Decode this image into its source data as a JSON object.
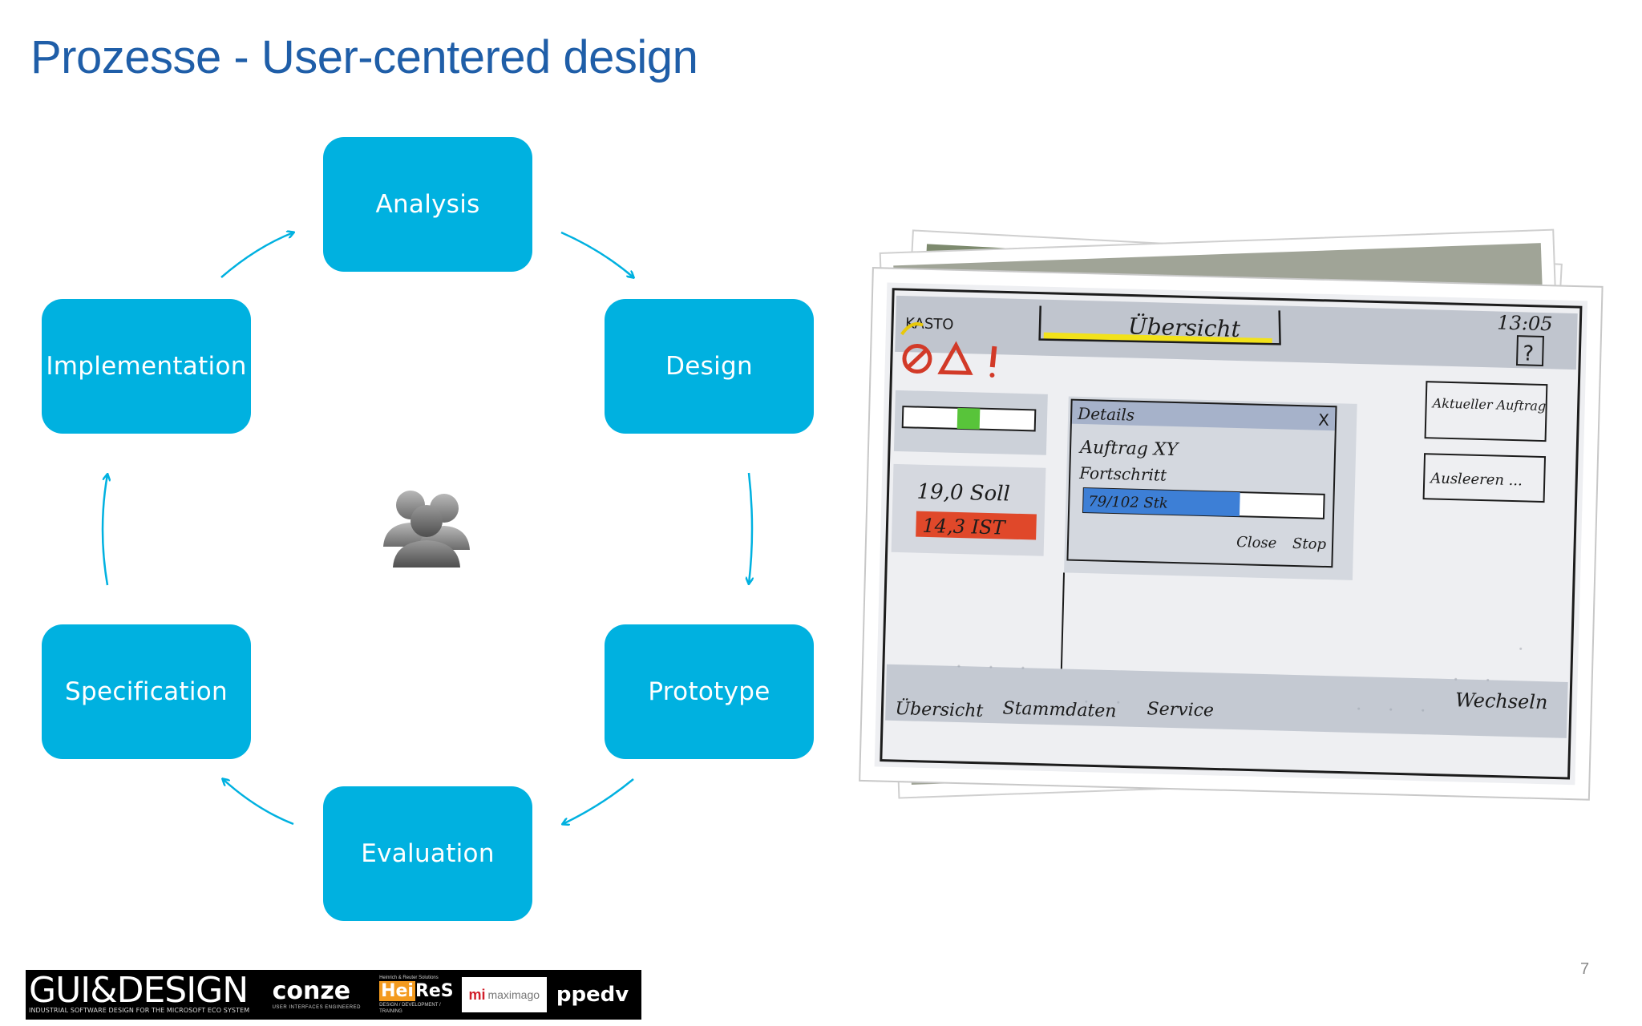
{
  "slide": {
    "title": "Prozesse - User-centered design",
    "page_number": "7"
  },
  "cycle": {
    "nodes": [
      {
        "id": "analysis",
        "label": "Analysis"
      },
      {
        "id": "design",
        "label": "Design"
      },
      {
        "id": "prototype",
        "label": "Prototype"
      },
      {
        "id": "evaluation",
        "label": "Evaluation"
      },
      {
        "id": "specification",
        "label": "Specification"
      },
      {
        "id": "implementation",
        "label": "Implementation"
      }
    ],
    "center_icon": "users-icon",
    "accent_color": "#00b1e0"
  },
  "sketch": {
    "header": "Übersicht",
    "logo": "KASTO",
    "time": "13:05",
    "help": "?",
    "soll": "19,0 Soll",
    "ist": "14,3 IST",
    "dialog_title": "Details",
    "dialog_close": "X",
    "dialog_line1": "Auftrag XY",
    "dialog_line2": "Fortschritt",
    "dialog_progress": "79/102 Stk",
    "dialog_close_btn": "Close",
    "dialog_stop_btn": "Stop",
    "right_btn1": "Aktueller Auftrag",
    "right_btn2": "Ausleeren ...",
    "bottom_switch": "Wechseln",
    "tabs": [
      "Übersicht",
      "Stammdaten",
      "Service"
    ]
  },
  "footer": {
    "logos": {
      "guidesign": "GUI&DESIGN",
      "guidesign_tagline": "INDUSTRIAL SOFTWARE DESIGN FOR THE MICROSOFT ECO SYSTEM",
      "conze": "conze",
      "conze_tagline": "USER INTERFACES ENGINEERED",
      "heires_top": "Heinrich & Reuter Solutions",
      "heires_hei": "Hei",
      "heires_res": "ReS",
      "heires_tagline": "DESIGN / DEVELOPMENT / TRAINING",
      "maximago_mark": "mi",
      "maximago_name": "maximago",
      "ppedv": "ppedv"
    }
  }
}
